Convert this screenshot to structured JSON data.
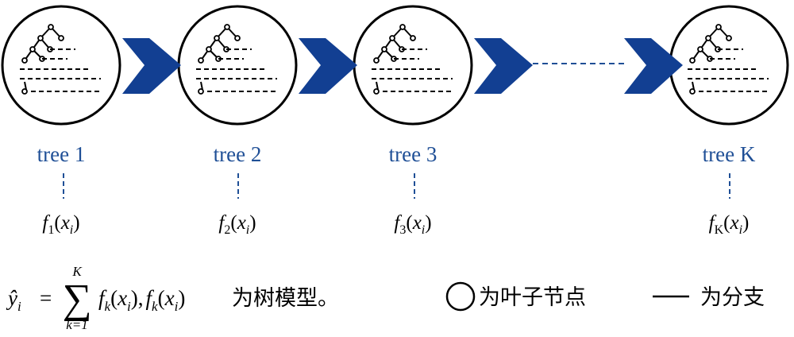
{
  "colors": {
    "accent": "#1f4f96",
    "arrow": "#123f92",
    "ink": "#000000"
  },
  "trees": [
    {
      "label": "tree 1",
      "func_base": "f",
      "func_sub": "1",
      "arg_base": "x",
      "arg_sub": "i"
    },
    {
      "label": "tree 2",
      "func_base": "f",
      "func_sub": "2",
      "arg_base": "x",
      "arg_sub": "i"
    },
    {
      "label": "tree 3",
      "func_base": "f",
      "func_sub": "3",
      "arg_base": "x",
      "arg_sub": "i"
    },
    {
      "label": "tree K",
      "func_base": "f",
      "func_sub": "K",
      "arg_base": "x",
      "arg_sub": "i"
    }
  ],
  "formula": {
    "lhs_base": "ŷ",
    "lhs_sub": "i",
    "equals": "=",
    "sum_symbol": "∑",
    "sum_upper": "K",
    "sum_lower": "k=1",
    "term_base": "f",
    "term_sub": "k",
    "term_arg_base": "x",
    "term_arg_sub": "i",
    "comma": ",",
    "suffix": "为树模型。"
  },
  "legend": {
    "node_text": "为叶子节点",
    "branch_text": "为分支"
  }
}
